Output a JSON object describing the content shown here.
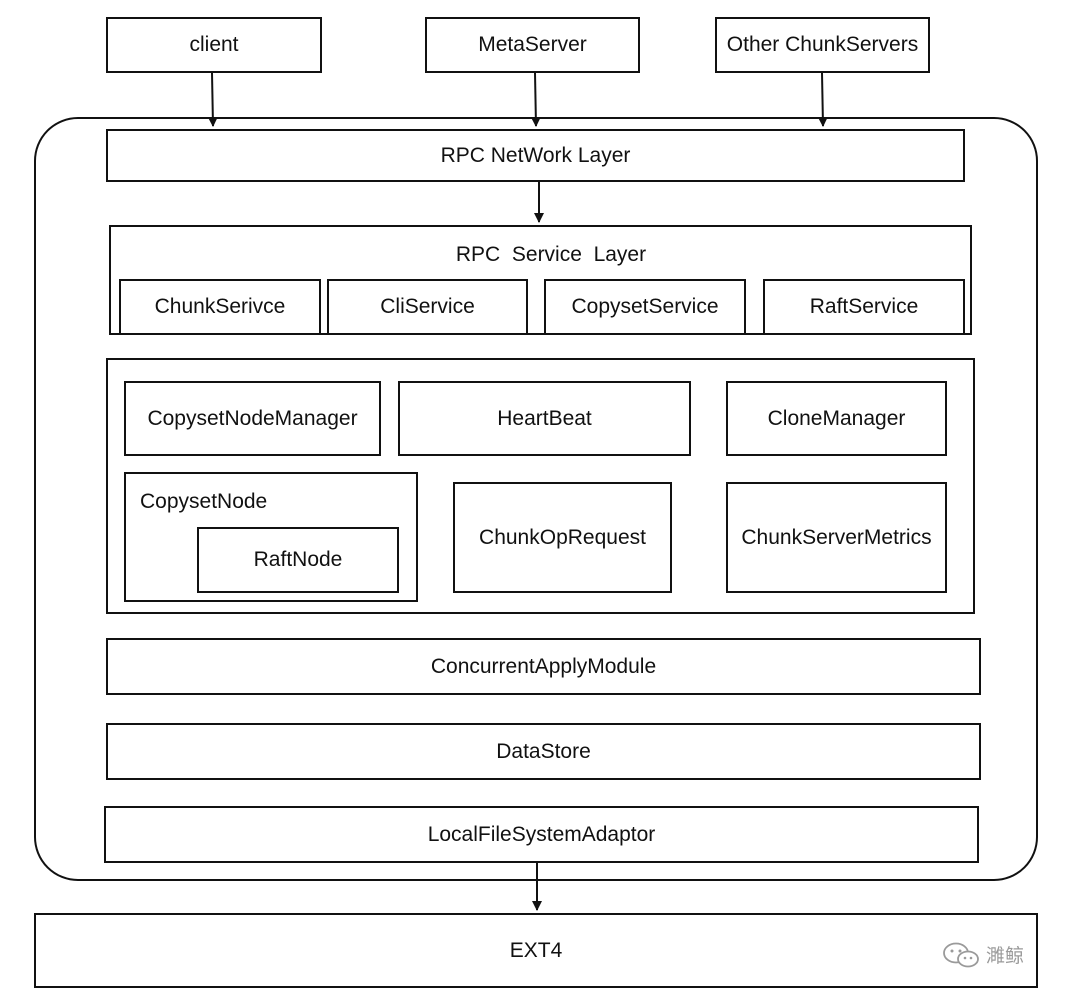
{
  "external": {
    "client": "client",
    "metaserver": "MetaServer",
    "other_chunkservers": "Other ChunkServers"
  },
  "layers": {
    "rpc_network": "RPC NetWork Layer",
    "rpc_service": {
      "title": "RPC  Service  Layer",
      "services": [
        "ChunkSerivce",
        "CliService",
        "CopysetService",
        "RaftService"
      ]
    },
    "core": {
      "copyset_node_manager": "CopysetNodeManager",
      "heartbeat": "HeartBeat",
      "clone_manager": "CloneManager",
      "copyset_node": "CopysetNode",
      "raft_node": "RaftNode",
      "chunk_op_request": "ChunkOpRequest",
      "chunkserver_metrics": "ChunkServerMetrics"
    },
    "concurrent_apply": "ConcurrentApplyModule",
    "datastore": "DataStore",
    "local_fs_adaptor": "LocalFileSystemAdaptor"
  },
  "ext4": "EXT4",
  "watermark": {
    "text": "濉鲸",
    "icon": "wechat-icon"
  }
}
